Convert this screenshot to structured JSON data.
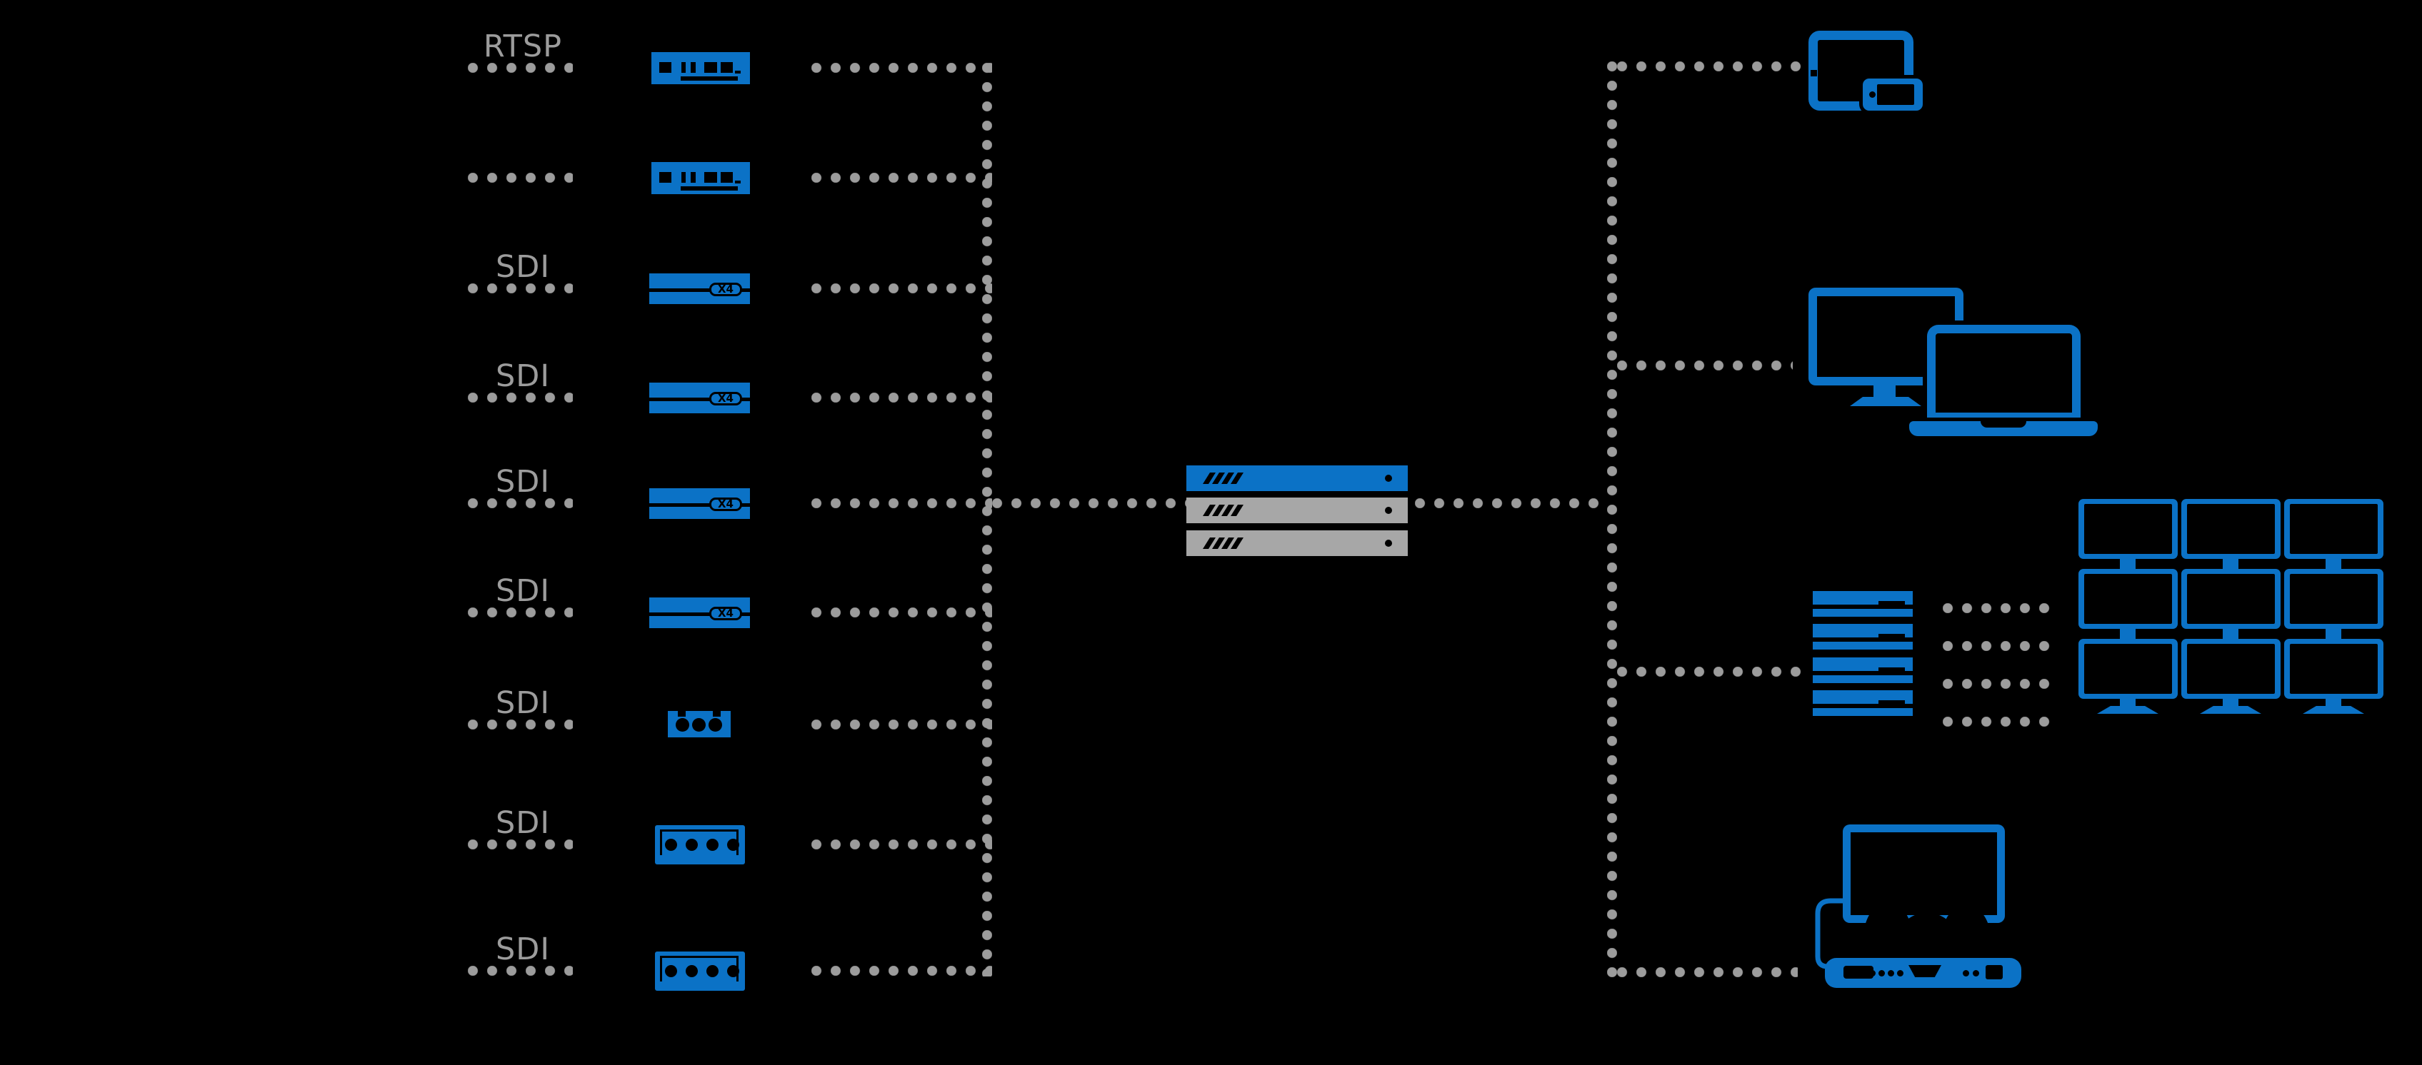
{
  "title": "video-streaming-system-diagram",
  "colors": {
    "accent_blue": "#0b72c6",
    "connector_gray": "#9c9c9c",
    "server_gray": "#a7a7a7",
    "background": "#000000"
  },
  "rows": [
    {
      "source_icon": "ip-camera-icon",
      "camera_count": 1,
      "protocol": "RTSP",
      "encoder": "streaming-encoder"
    },
    {
      "source_icon": "webcam-icon",
      "camera_count": 1,
      "protocol": "",
      "encoder": "streaming-encoder"
    },
    {
      "source_icon": "video-camera-icon",
      "camera_count": 4,
      "protocol": "SDI",
      "encoder": "x4-sdi-encoder",
      "encoder_badge": "X4"
    },
    {
      "source_icon": "video-camera-icon",
      "camera_count": 4,
      "protocol": "SDI",
      "encoder": "x4-sdi-encoder",
      "encoder_badge": "X4"
    },
    {
      "source_icon": "video-camera-icon",
      "camera_count": 4,
      "protocol": "SDI",
      "encoder": "x4-sdi-encoder",
      "encoder_badge": "X4"
    },
    {
      "source_icon": "video-camera-icon",
      "camera_count": 4,
      "protocol": "SDI",
      "encoder": "x4-sdi-encoder",
      "encoder_badge": "X4"
    },
    {
      "source_icon": "ptz-dome-camera-icon",
      "camera_count": 1,
      "protocol": "SDI",
      "encoder": "capture-box-3-port"
    },
    {
      "source_icon": "camcorder-icon",
      "camera_count": 1,
      "protocol": "SDI",
      "encoder": "capture-box-4-port"
    },
    {
      "source_icon": "ptz-dome-camera-icon",
      "camera_count": 1,
      "protocol": "SDI",
      "encoder": "capture-box-4-port"
    }
  ],
  "server": {
    "icon": "streaming-server-stack-icon",
    "units": [
      {
        "color": "#0b72c6"
      },
      {
        "color": "#a7a7a7"
      },
      {
        "color": "#a7a7a7"
      }
    ]
  },
  "outputs": [
    {
      "icon": "tablet-and-phone-icon"
    },
    {
      "icon": "desktop-and-laptop-icon"
    },
    {
      "icon": "decoder-rack-icon",
      "feeds": "video-wall-3x3-icon"
    },
    {
      "icon": "video-conference-system-icon"
    }
  ]
}
